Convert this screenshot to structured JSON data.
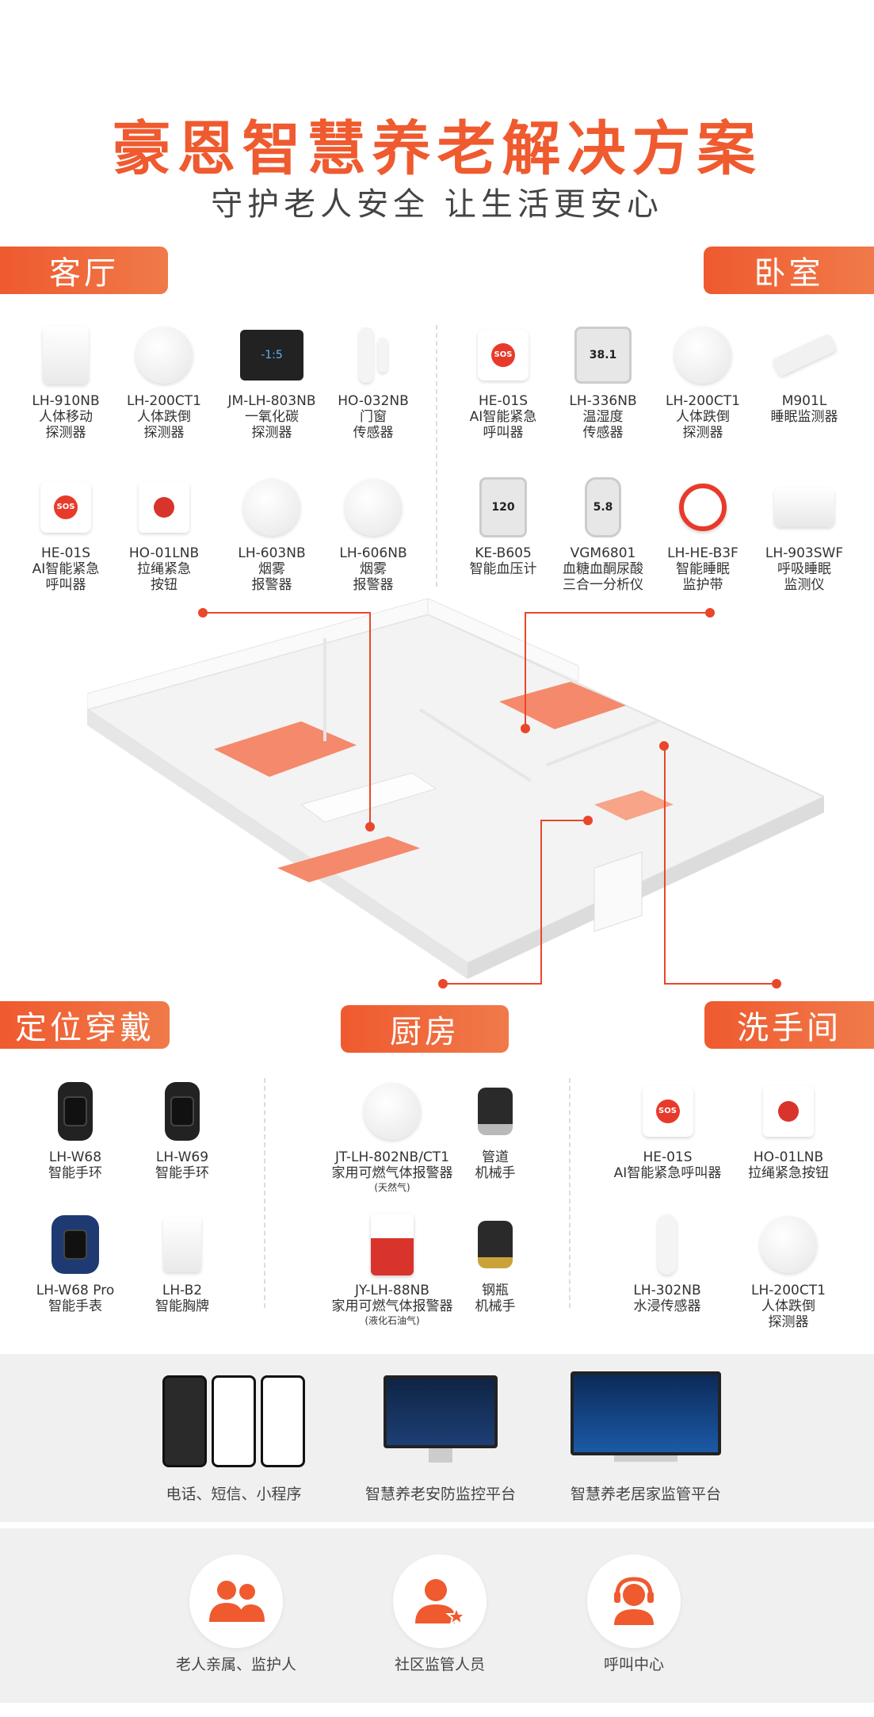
{
  "header": {
    "title": "豪恩智慧养老解决方案",
    "subtitle": "守护老人安全 让生活更安心"
  },
  "sections": {
    "living_room": "客厅",
    "bedroom": "卧室",
    "wearable": "定位穿戴",
    "kitchen": "厨房",
    "bathroom": "洗手间"
  },
  "living_room_products": [
    {
      "l1": "LH-910NB",
      "l2": "人体移动",
      "l3": "探测器",
      "icon": "motion-detector-icon"
    },
    {
      "l1": "LH-200CT1",
      "l2": "人体跌倒",
      "l3": "探测器",
      "icon": "fall-detector-icon"
    },
    {
      "l1": "JM-LH-803NB",
      "l2": "一氧化碳",
      "l3": "探测器",
      "icon": "co-detector-icon"
    },
    {
      "l1": "HO-032NB",
      "l2": "门窗",
      "l3": "传感器",
      "icon": "door-sensor-icon"
    },
    {
      "l1": "HE-01S",
      "l2": "AI智能紧急",
      "l3": "呼叫器",
      "icon": "sos-caller-icon"
    },
    {
      "l1": "HO-01LNB",
      "l2": "拉绳紧急",
      "l3": "按钮",
      "icon": "pull-cord-button-icon"
    },
    {
      "l1": "LH-603NB",
      "l2": "烟雾",
      "l3": "报警器",
      "icon": "smoke-alarm-icon"
    },
    {
      "l1": "LH-606NB",
      "l2": "烟雾",
      "l3": "报警器",
      "icon": "smoke-alarm-icon"
    }
  ],
  "bedroom_products": [
    {
      "l1": "HE-01S",
      "l2": "AI智能紧急",
      "l3": "呼叫器",
      "icon": "sos-caller-icon"
    },
    {
      "l1": "LH-336NB",
      "l2": "温湿度",
      "l3": "传感器",
      "icon": "thermo-hygrometer-icon",
      "screen": "38.1"
    },
    {
      "l1": "LH-200CT1",
      "l2": "人体跌倒",
      "l3": "探测器",
      "icon": "fall-detector-icon"
    },
    {
      "l1": "M901L",
      "l2": "睡眠监测器",
      "l3": "",
      "icon": "sleep-monitor-icon"
    },
    {
      "l1": "KE-B605",
      "l2": "智能血压计",
      "l3": "",
      "icon": "blood-pressure-icon",
      "screen": "120"
    },
    {
      "l1": "VGM6801",
      "l2": "血糖血酮尿酸",
      "l3": "三合一分析仪",
      "icon": "glucose-meter-icon",
      "screen": "5.8"
    },
    {
      "l1": "LH-HE-B3F",
      "l2": "智能睡眠",
      "l3": "监护带",
      "icon": "sleep-belt-icon"
    },
    {
      "l1": "LH-903SWF",
      "l2": "呼吸睡眠",
      "l3": "监测仪",
      "icon": "breath-monitor-icon"
    }
  ],
  "device_screens": {
    "co_display": "-1:5",
    "thermo_display": "38.1",
    "sos_text": "SOS"
  },
  "wearable_products": [
    {
      "l1": "LH-W68",
      "l2": "智能手环",
      "icon": "smart-band-icon"
    },
    {
      "l1": "LH-W69",
      "l2": "智能手环",
      "icon": "smart-band-icon"
    },
    {
      "l1": "LH-W68 Pro",
      "l2": "智能手表",
      "icon": "smart-watch-icon"
    },
    {
      "l1": "LH-B2",
      "l2": "智能胸牌",
      "icon": "smart-badge-icon"
    }
  ],
  "kitchen_products": [
    {
      "l1": "JT-LH-802NB/CT1",
      "l2": "家用可燃气体报警器",
      "note": "(天然气)",
      "icon": "gas-alarm-icon"
    },
    {
      "l1": "管道",
      "l2": "机械手",
      "note": "",
      "icon": "pipe-valve-icon"
    },
    {
      "l1": "JY-LH-88NB",
      "l2": "家用可燃气体报警器",
      "note": "(液化石油气)",
      "icon": "lpg-alarm-icon"
    },
    {
      "l1": "钢瓶",
      "l2": "机械手",
      "note": "",
      "icon": "cylinder-valve-icon"
    }
  ],
  "bathroom_products": [
    {
      "l1": "HE-01S",
      "l2": "AI智能紧急呼叫器",
      "l3": "",
      "icon": "sos-caller-icon"
    },
    {
      "l1": "HO-01LNB",
      "l2": "拉绳紧急按钮",
      "l3": "",
      "icon": "pull-cord-button-icon"
    },
    {
      "l1": "LH-302NB",
      "l2": "水浸传感器",
      "l3": "",
      "icon": "water-leak-sensor-icon"
    },
    {
      "l1": "LH-200CT1",
      "l2": "人体跌倒",
      "l3": "探测器",
      "icon": "fall-detector-icon"
    }
  ],
  "platforms": [
    {
      "label": "电话、短信、小程序",
      "icon": "phones-icon"
    },
    {
      "label": "智慧养老安防监控平台",
      "icon": "monitor-platform-icon"
    },
    {
      "label": "智慧养老居家监管平台",
      "icon": "home-supervision-platform-icon"
    }
  ],
  "roles": [
    {
      "label": "老人亲属、监护人",
      "icon": "family-guardian-icon"
    },
    {
      "label": "社区监管人员",
      "icon": "community-supervisor-icon"
    },
    {
      "label": "呼叫中心",
      "icon": "call-center-icon"
    }
  ],
  "colors": {
    "accent": "#ef5a2f",
    "band": "#f0f0f0"
  }
}
